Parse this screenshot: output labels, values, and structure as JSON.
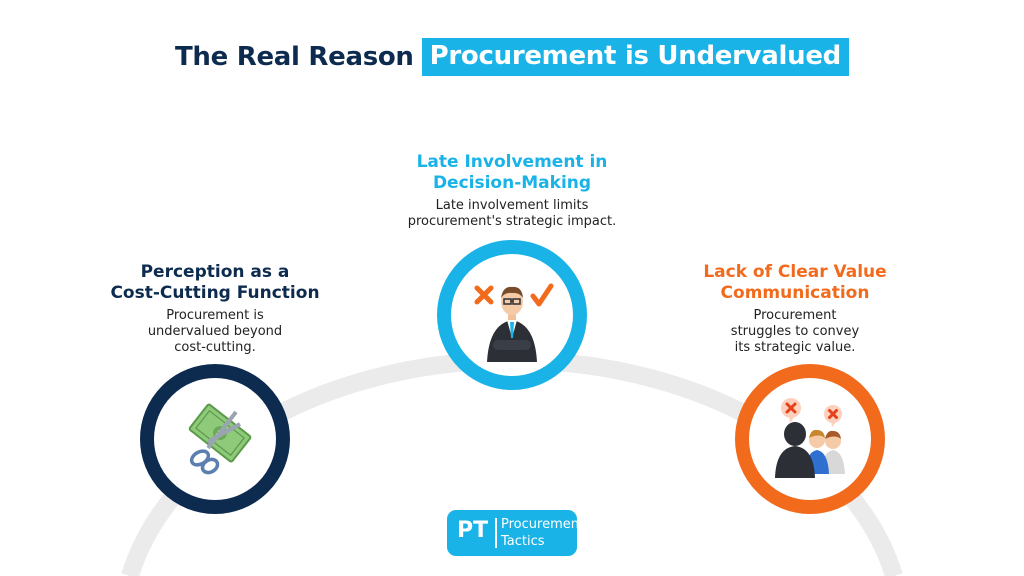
{
  "title": {
    "plain": "The Real Reason",
    "highlight": "Procurement is Undervalued"
  },
  "items": [
    {
      "heading_line1": "Perception as a",
      "heading_line2": "Cost-Cutting Function",
      "desc_line1": "Procurement is",
      "desc_line2": "undervalued beyond",
      "desc_line3": "cost-cutting.",
      "color": "#0d2b4f",
      "icon": "scissors-cutting-money-icon"
    },
    {
      "heading_line1": "Late Involvement in",
      "heading_line2": "Decision-Making",
      "desc_line1": "Late involvement limits",
      "desc_line2": "procurement's strategic impact.",
      "color": "#19b3e8",
      "icon": "businessman-cross-check-icon"
    },
    {
      "heading_line1": "Lack of Clear Value",
      "heading_line2": "Communication",
      "desc_line1": "Procurement",
      "desc_line2": "struggles to convey",
      "desc_line3": "its strategic value.",
      "color": "#f26b1d",
      "icon": "team-speech-cross-icon"
    }
  ],
  "logo": {
    "initials": "PT",
    "line1": "Procurement",
    "line2": "Tactics"
  }
}
